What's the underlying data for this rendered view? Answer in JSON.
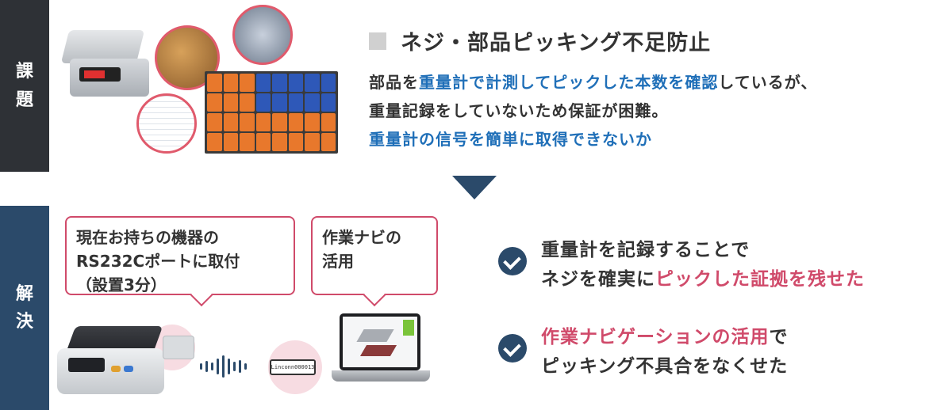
{
  "issue": {
    "label_1": "課",
    "label_2": "題",
    "heading": "ネジ・部品ピッキング不足防止",
    "line1_a": "部品を",
    "line1_b": "重量計で計測してピックした本数を確認",
    "line1_c": "しているが、",
    "line2": "重量記録をしていないため保証が困難。",
    "line3": "重量計の信号を簡単に取得できないか"
  },
  "solution": {
    "label_1": "解",
    "label_2": "決",
    "callout_device": [
      "現在お持ちの機器の",
      "RS232Cポートに取付",
      "（設置3分）"
    ],
    "callout_navi": [
      "作業ナビの",
      "活用"
    ],
    "receiver_text": "Linconn000013",
    "result1_line1": "重量計を記録することで",
    "result1_line2_a": "ネジを確実に",
    "result1_line2_b": "ピックした証拠を残せた",
    "result2_line1_a": "作業ナビゲーションの活用",
    "result2_line1_b": "で",
    "result2_line2": "ピッキング不具合をなくせた"
  },
  "colors": {
    "accent_blue": "#1f6fb8",
    "accent_pink": "#d04a6a",
    "navy": "#2b4a6a",
    "dark": "#2e3136"
  }
}
